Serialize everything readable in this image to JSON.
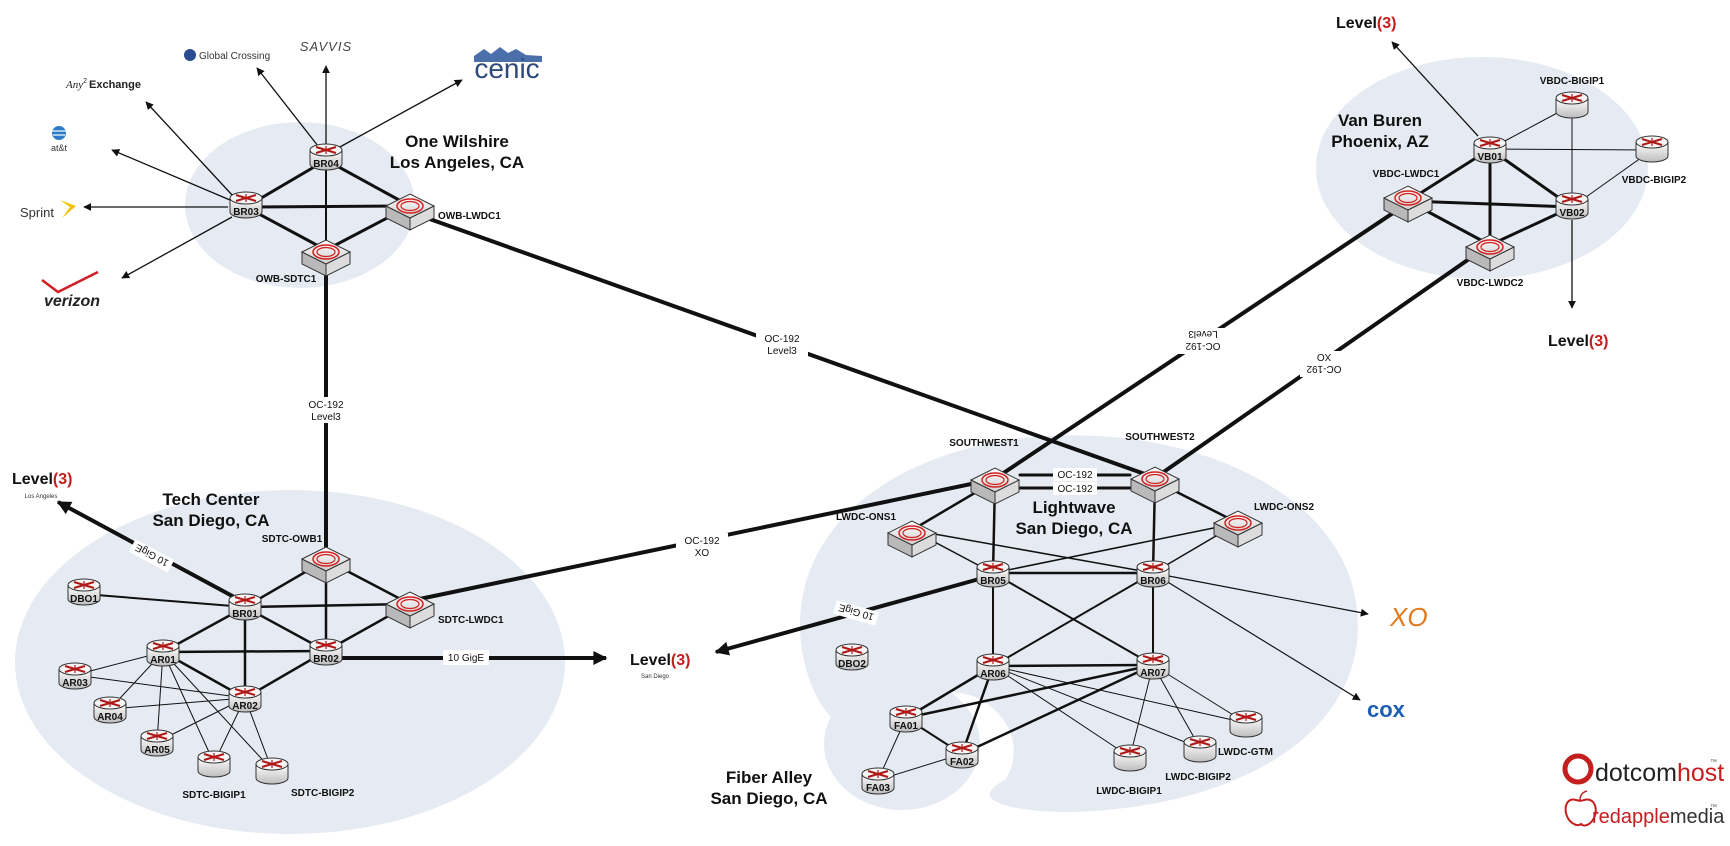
{
  "sites": {
    "one_wilshire": [
      "One Wilshire",
      "Los Angeles, CA"
    ],
    "van_buren": [
      "Van Buren",
      "Phoenix, AZ"
    ],
    "tech_center": [
      "Tech Center",
      "San Diego, CA"
    ],
    "lightwave": [
      "Lightwave",
      "San Diego, CA"
    ],
    "fiber_alley": [
      "Fiber Alley",
      "San Diego, CA"
    ]
  },
  "devices": {
    "BR04": "BR04",
    "BR03": "BR03",
    "OWB_LWDC1": "OWB-LWDC1",
    "OWB_SDTC1": "OWB-SDTC1",
    "VBDC_BIGIP1": "VBDC-BIGIP1",
    "VB01": "VB01",
    "VBDC_BIGIP2": "VBDC-BIGIP2",
    "VBDC_LWDC1": "VBDC-LWDC1",
    "VB02": "VB02",
    "VBDC_LWDC2": "VBDC-LWDC2",
    "SDTC_OWB1": "SDTC-OWB1",
    "SDTC_LWDC1": "SDTC-LWDC1",
    "DBO1": "DBO1",
    "BR01": "BR01",
    "BR02": "BR02",
    "AR01": "AR01",
    "AR02": "AR02",
    "AR03": "AR03",
    "AR04": "AR04",
    "AR05": "AR05",
    "SDTC_BIGIP1": "SDTC-BIGIP1",
    "SDTC_BIGIP2": "SDTC-BIGIP2",
    "SOUTHWEST1": "SOUTHWEST1",
    "SOUTHWEST2": "SOUTHWEST2",
    "LWDC_ONS1": "LWDC-ONS1",
    "LWDC_ONS2": "LWDC-ONS2",
    "BR05": "BR05",
    "BR06": "BR06",
    "DBO2": "DBO2",
    "AR06": "AR06",
    "AR07": "AR07",
    "FA01": "FA01",
    "FA02": "FA02",
    "FA03": "FA03",
    "LWDC_GTM": "LWDC-GTM",
    "LWDC_BIGIP1": "LWDC-BIGIP1",
    "LWDC_BIGIP2": "LWDC-BIGIP2"
  },
  "links": {
    "oc192": "OC-192",
    "level3": "Level3",
    "xo": "XO",
    "gige10": "10 GigE"
  },
  "carriers": {
    "global_crossing": "Global Crossing",
    "savvis": "SAVVIS",
    "cenic": "cenic",
    "any2_any": "Any",
    "any2_sup": "2",
    "any2_exchange": "Exchange",
    "att": "at&t",
    "sprint": "Sprint",
    "verizon": "verizon",
    "level3_word": "Level",
    "level3_num": "(3)",
    "level3_la": "Los Angeles",
    "level3_sd": "San Diego",
    "xo_logo": "XO",
    "cox": "cox"
  },
  "branding": {
    "dotcomhost_a": "dotcom",
    "dotcomhost_b": "host",
    "redapple_a": "redapple",
    "redapple_b": "media",
    "tm": "™"
  },
  "colors": {
    "site_bubble": "#e6ebf3",
    "router_x": "#b01818",
    "switch_ring": "#d42020",
    "brand_red": "#c41e1e",
    "cox_blue": "#1d5fb3",
    "xo_orange": "#e07a1f"
  }
}
